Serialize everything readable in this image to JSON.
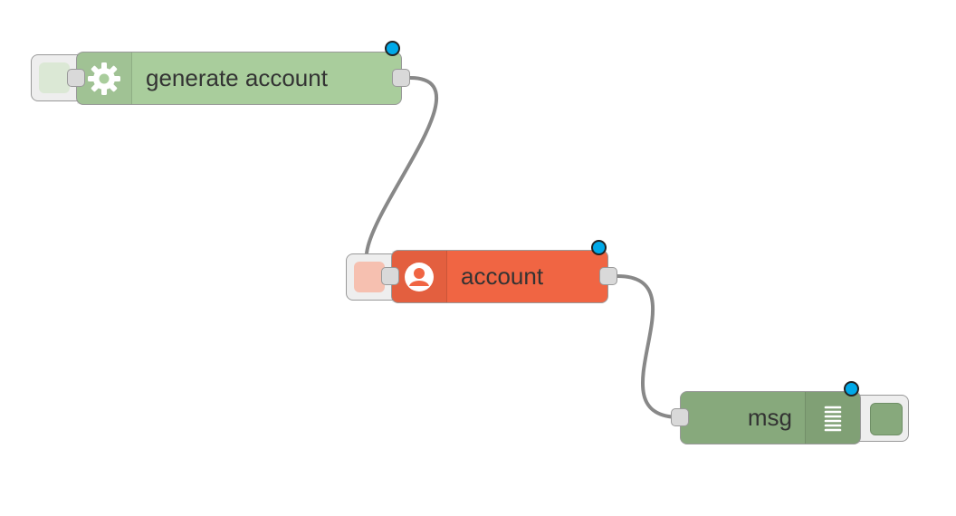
{
  "nodes": {
    "inject": {
      "label": "generate account",
      "color": "#a9cd9c",
      "icon": "gear-icon",
      "button_color": "#dbe8d5"
    },
    "account": {
      "label": "account",
      "color": "#f06543",
      "icon": "user-icon",
      "button_color": "#f6c0b0"
    },
    "debug": {
      "label": "msg",
      "color": "#87a97c",
      "icon": "debug-list-icon",
      "button_color": "#87a97c"
    }
  },
  "wires": [
    {
      "from": "inject",
      "to": "account"
    },
    {
      "from": "account",
      "to": "debug"
    }
  ],
  "colors": {
    "wire": "#888888",
    "changed_badge": "#00a9e8",
    "port": "#d9d9d9"
  }
}
